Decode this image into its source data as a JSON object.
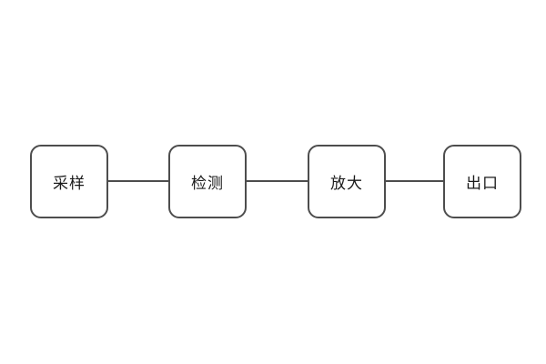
{
  "diagram": {
    "type": "flowchart",
    "orientation": "horizontal",
    "background_color": "#ffffff",
    "node_fill_color": "#ffffff",
    "node_border_color": "#4d4d4d",
    "connector_color": "#4d4d4d",
    "text_color": "#1a1a1a",
    "nodes": [
      {
        "id": "node-1",
        "label": "采样"
      },
      {
        "id": "node-2",
        "label": "检测"
      },
      {
        "id": "node-3",
        "label": "放大"
      },
      {
        "id": "node-4",
        "label": "出口"
      }
    ],
    "connections": [
      {
        "from": "采样",
        "to": "检测",
        "style": "plain-line"
      },
      {
        "from": "检测",
        "to": "放大",
        "style": "plain-line"
      },
      {
        "from": "放大",
        "to": "出口",
        "style": "plain-line"
      }
    ]
  }
}
